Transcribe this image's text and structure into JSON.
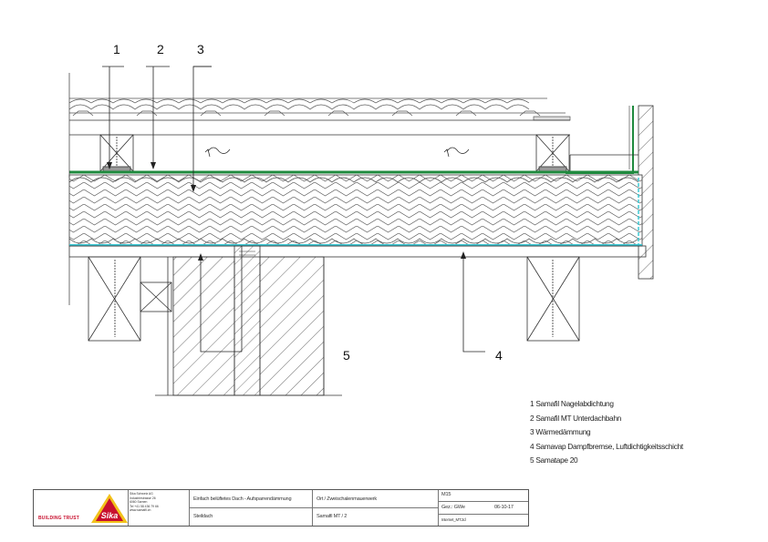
{
  "callouts": [
    {
      "num": "1"
    },
    {
      "num": "2"
    },
    {
      "num": "3"
    },
    {
      "num": "4"
    },
    {
      "num": "5"
    }
  ],
  "legend": [
    "1 Samafil Nagelabdichtung",
    "2 Samafil MT Unterdachbahn",
    "3 Wärmedämmung",
    "4 Samavap Dampfbremse, Luftdichtigkeitsschicht",
    "5 Samatape 20"
  ],
  "title_block": {
    "company": "Sika Schweiz AG",
    "address": [
      "Industriestrasse 26",
      "6060 Sarnen",
      "Tel +41 58 436 79 66",
      "www.samafil.ch"
    ],
    "brand_tagline": "BUILDING TRUST",
    "logo_text": "Sika",
    "description_1": "Einfach belüftetes Dach - Aufsparrendämmung",
    "description_2": "Steildach",
    "construction_1": "Ort / Zweischalenmauerwerk",
    "construction_2": "Samafil MT / 2",
    "drawing_no": "M15",
    "drawn_by": "Gez.: GWe",
    "date": "06-10-17",
    "filename": "Internet_MT.2d"
  },
  "colors": {
    "membrane_green": "#1f8a3e",
    "vapor_cyan": "#3cc8d4",
    "line": "#333333",
    "sika_red": "#c8102e",
    "sika_yellow": "#f2c21b"
  }
}
